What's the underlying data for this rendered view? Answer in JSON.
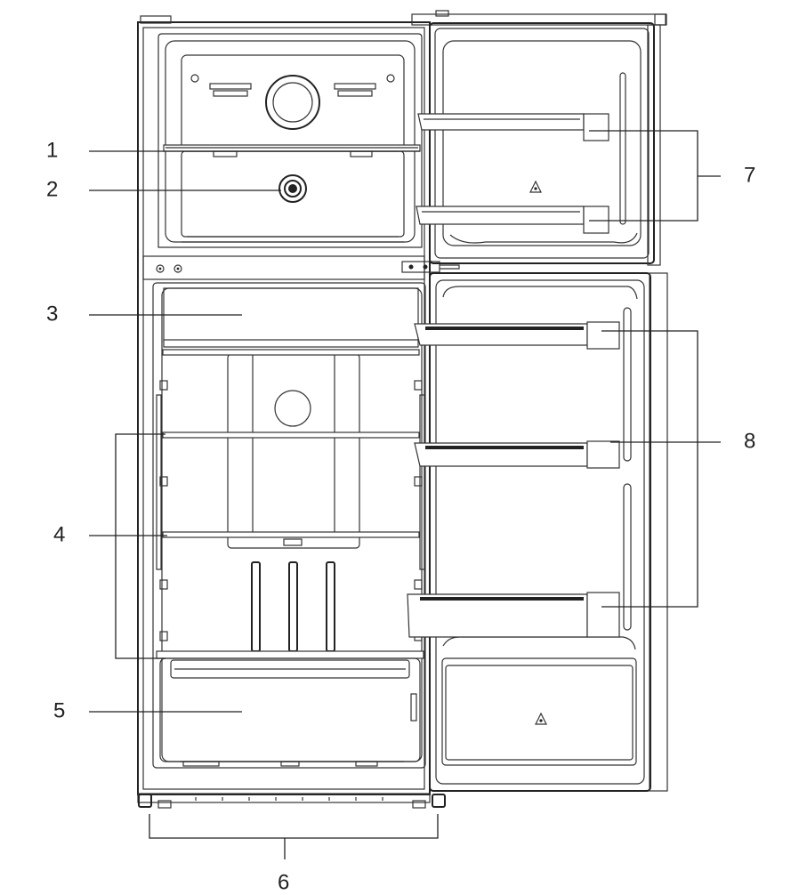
{
  "callouts": {
    "c1": "1",
    "c2": "2",
    "c3": "3",
    "c4": "4",
    "c5": "5",
    "c6": "6",
    "c7": "7",
    "c8": "8"
  },
  "icons": [
    "recycling-icon",
    "recycling-icon"
  ],
  "colors": {
    "line": "#222222",
    "background": "#ffffff"
  }
}
